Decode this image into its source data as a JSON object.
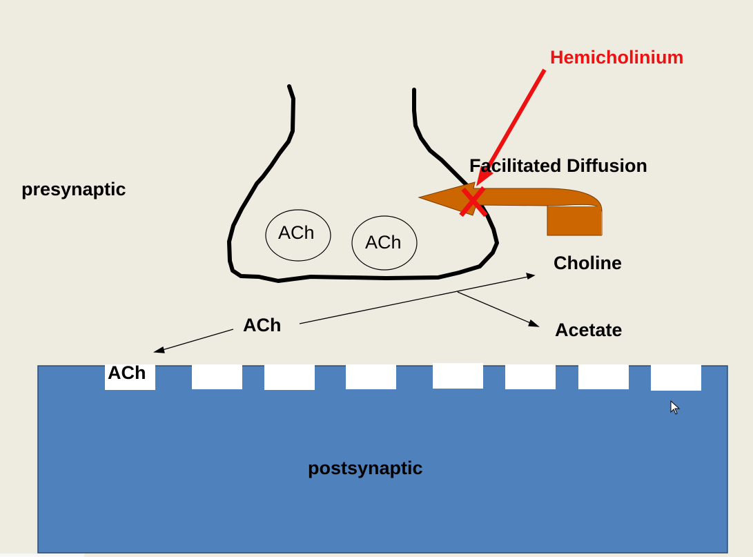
{
  "labels": {
    "hemicholinium": "Hemicholinium",
    "facilitated_diffusion": "Facilitated Diffusion",
    "presynaptic": "presynaptic",
    "choline": "Choline",
    "acetate": "Acetate",
    "ach_cleft": "ACh",
    "ach_receptor": "ACh",
    "postsynaptic": "postsynaptic",
    "vesicle_1": "ACh",
    "vesicle_2": "ACh"
  },
  "colors": {
    "background": "#eeebe1",
    "postsynaptic_fill": "#4f81bd",
    "hemicholinium": "#ee1111",
    "transport_arrow": "#cc6600"
  }
}
